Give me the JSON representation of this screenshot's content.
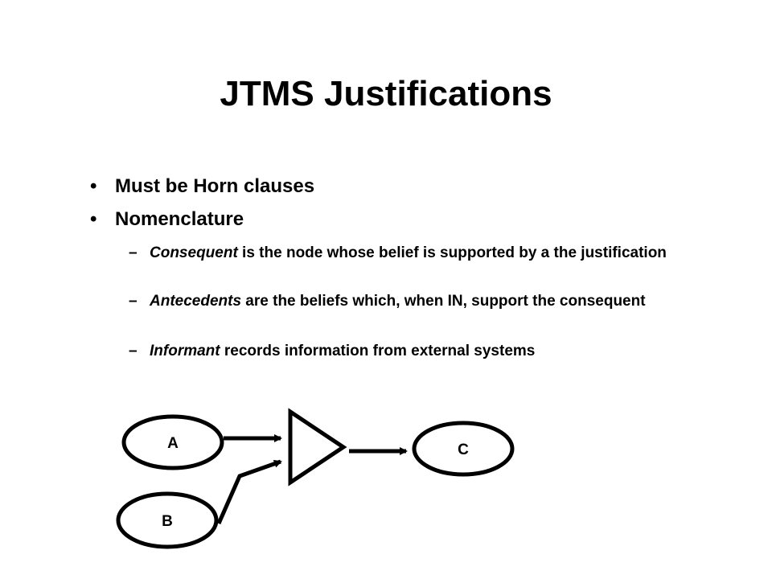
{
  "slide": {
    "title": "JTMS Justifications",
    "bullets": [
      {
        "bullet": "•",
        "text": "Must be Horn clauses"
      },
      {
        "bullet": "•",
        "text": "Nomenclature"
      }
    ],
    "sub_bullets": [
      {
        "dash": "–",
        "term": "Consequent",
        "text": " is the node whose belief is supported by a the justification"
      },
      {
        "dash": "–",
        "term": "Antecedents",
        "text": " are the beliefs which, when IN, support the consequent"
      },
      {
        "dash": "–",
        "term": "Informant",
        "text": " records information from external systems"
      }
    ]
  },
  "diagram": {
    "nodes": [
      {
        "id": "A",
        "label": "A"
      },
      {
        "id": "B",
        "label": "B"
      },
      {
        "id": "C",
        "label": "C"
      }
    ],
    "justification": {
      "shape": "triangle",
      "antecedents": [
        "A",
        "B"
      ],
      "consequent": "C"
    }
  }
}
